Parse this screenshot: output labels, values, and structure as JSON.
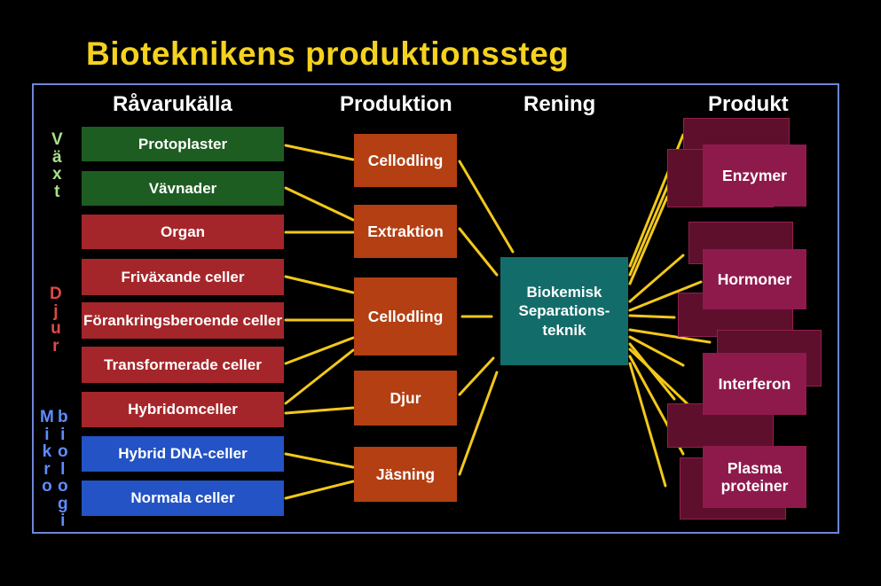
{
  "title": "Bioteknikens produktionssteg",
  "headers": {
    "source": "Råvarukälla",
    "production": "Produktion",
    "purification": "Rening",
    "product": "Produkt"
  },
  "side_labels": {
    "plant": "Växt",
    "animal": "Djur",
    "micro_left": "Mikro",
    "micro_right": "biologi"
  },
  "sources": [
    {
      "label": "Protoplaster",
      "group": "plant"
    },
    {
      "label": "Vävnader",
      "group": "plant"
    },
    {
      "label": "Organ",
      "group": "animal"
    },
    {
      "label": "Friväxande celler",
      "group": "animal"
    },
    {
      "label": "Förankringsberoende celler",
      "group": "animal"
    },
    {
      "label": "Transformerade celler",
      "group": "animal"
    },
    {
      "label": "Hybridomceller",
      "group": "animal"
    },
    {
      "label": "Hybrid DNA-celler",
      "group": "micro"
    },
    {
      "label": "Normala celler",
      "group": "micro"
    }
  ],
  "production": [
    "Cellodling",
    "Extraktion",
    "Cellodling",
    "Djur",
    "Jäsning"
  ],
  "purification": "Biokemisk Separations-teknik",
  "products": [
    "Enzymer",
    "Hormoner",
    "Interferon",
    "Plasma proteiner"
  ],
  "colors": {
    "title": "#f5d21f",
    "plant": "#1e5d22",
    "animal": "#a5262a",
    "micro": "#2353c4",
    "production": "#b33f12",
    "purification": "#126c6a",
    "product": "#8e1a4c",
    "connector": "#f2c81a",
    "frame": "#6f86d6",
    "plant_label": "#a9e08a",
    "animal_label": "#e04848",
    "micro_label": "#5f8cff"
  }
}
